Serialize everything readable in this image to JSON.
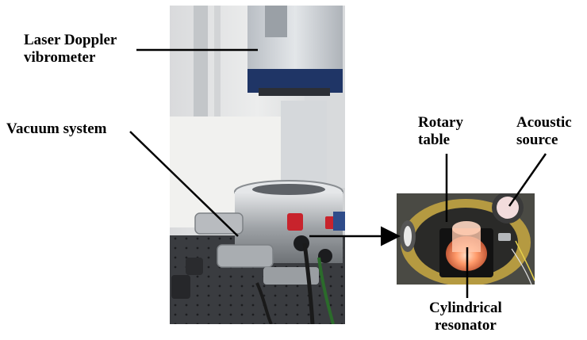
{
  "labels": {
    "laser_doppler_line1": "Laser Doppler",
    "laser_doppler_line2": "vibrometer",
    "vacuum_system": "Vacuum system",
    "rotary_table_line1": "Rotary",
    "rotary_table_line2": "table",
    "acoustic_source_line1": "Acoustic",
    "acoustic_source_line2": "source",
    "cylindrical_resonator_line1": "Cylindrical",
    "cylindrical_resonator_line2": "resonator"
  },
  "colors": {
    "background": "#ffffff",
    "annotation_line": "#000000",
    "vibrometer_body": "#cfd3d8",
    "vibrometer_band": "#1f3566",
    "chamber_steel": "#b9bcc0",
    "optical_table": "#3a3c40",
    "red_fitting": "#c8232c",
    "resonator_glow": "#ff9a6a"
  }
}
